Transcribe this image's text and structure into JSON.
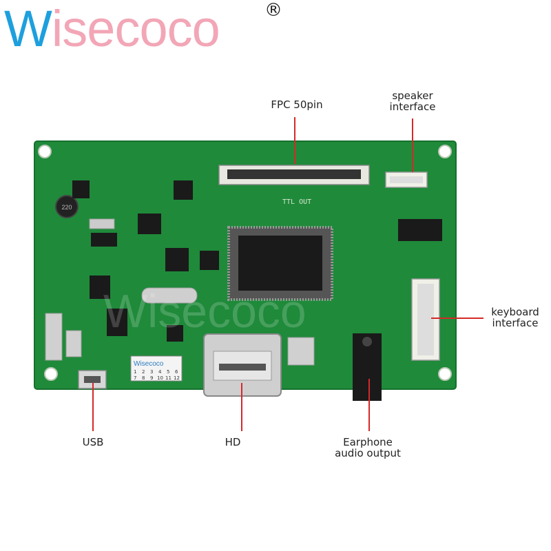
{
  "brand": {
    "logo_w": "W",
    "logo_rest": "isecoco",
    "registered_mark": "®",
    "accent_color": "#1e9fde",
    "secondary_color": "#f2a6b6"
  },
  "board": {
    "pcb_color": "#1f8a3a",
    "silkscreen_ttl": "TTL OUT",
    "watermark": "Wisecoco",
    "mini_logo": "Wisecoco",
    "grid_numbers": [
      "1",
      "2",
      "3",
      "4",
      "5",
      "6",
      "7",
      "8",
      "9",
      "10",
      "11",
      "12"
    ],
    "inductor_marking": "220"
  },
  "callouts": {
    "fpc": "FPC 50pin",
    "speaker": "speaker\ninterface",
    "keyboard": "keyboard\ninterface",
    "usb": "USB",
    "hd": "HD",
    "earphone": "Earphone\naudio output"
  },
  "callout_color": "#d62828"
}
